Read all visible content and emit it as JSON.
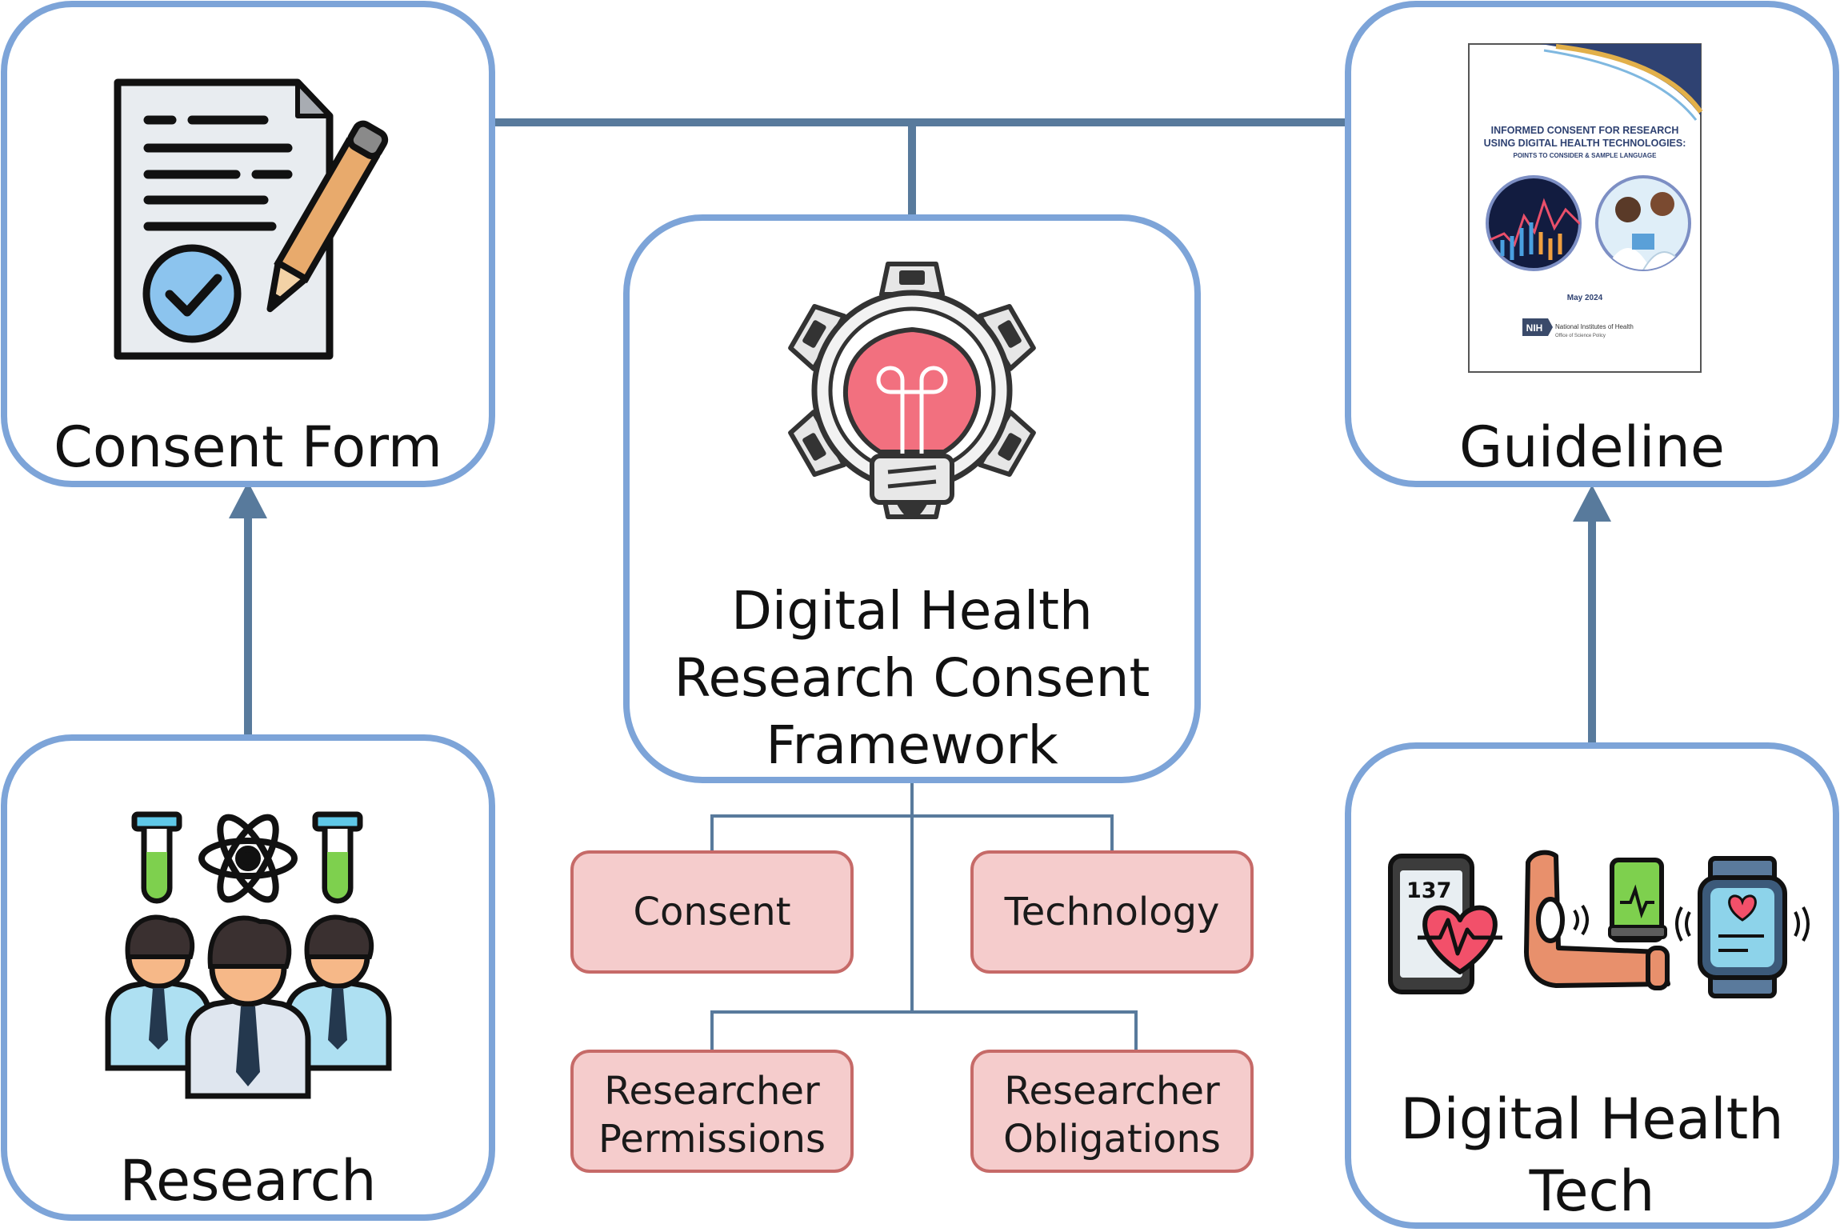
{
  "colors": {
    "card_border": "#7da4d8",
    "connector": "#587a9c",
    "sub_box_fill": "#f5cccc",
    "sub_box_border": "#c66a68"
  },
  "cards": {
    "consent_form": {
      "label": "Consent Form",
      "icon": "signed-document-icon"
    },
    "guideline": {
      "label": "Guideline",
      "icon": "guideline-cover-icon"
    },
    "research": {
      "label": "Research",
      "icon": "research-team-icon"
    },
    "digital_health_tech": {
      "label_line1": "Digital Health",
      "label_line2": "Tech",
      "icon": "health-devices-icon"
    }
  },
  "center": {
    "line1": "Digital Health",
    "line2": "Research Consent",
    "line3": "Framework",
    "icon": "lightbulb-gear-icon"
  },
  "components": {
    "consent": "Consent",
    "technology": "Technology",
    "permissions_line1": "Researcher",
    "permissions_line2": "Permissions",
    "obligations_line1": "Researcher",
    "obligations_line2": "Obligations"
  },
  "guideline_cover": {
    "title_line1": "INFORMED CONSENT FOR RESEARCH",
    "title_line2": "USING DIGITAL HEALTH TECHNOLOGIES:",
    "subtitle": "POINTS TO CONSIDER & SAMPLE LANGUAGE",
    "date": "May 2024",
    "org_badge": "NIH",
    "org_name": "National Institutes of Health",
    "org_office": "Office of Science Policy"
  },
  "icon_text": {
    "phone_reading": "137"
  }
}
